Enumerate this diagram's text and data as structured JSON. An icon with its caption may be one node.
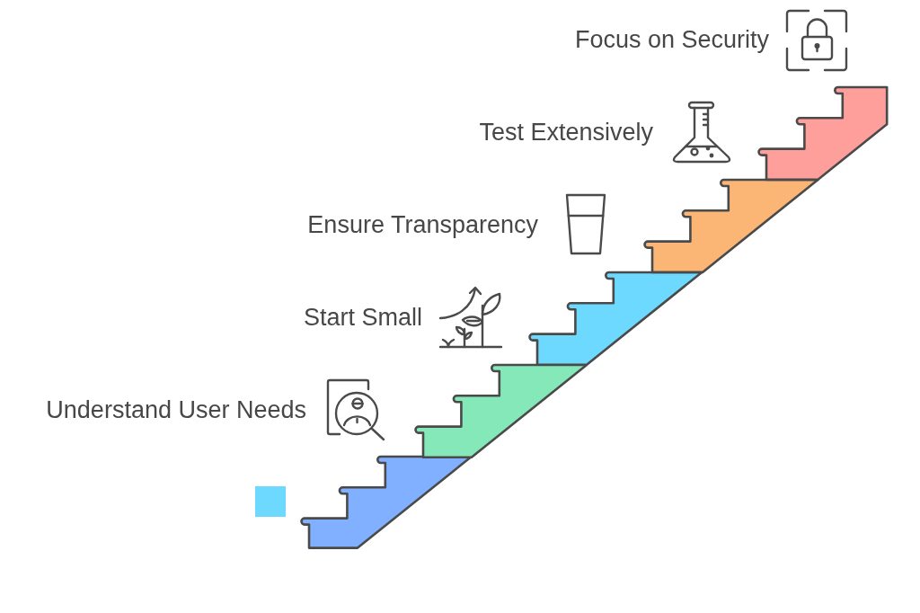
{
  "diagram": {
    "nodes": [
      {
        "text": [],
        "shape": "stairs",
        "beside": [
          "Understand User Needs"
        ]
      },
      {
        "text": [],
        "shape": "stairs",
        "beside": [
          "Start Small"
        ]
      },
      {
        "text": [],
        "shape": "stairs",
        "beside": [
          "Ensure Transparency"
        ]
      },
      {
        "text": [],
        "shape": "stairs",
        "beside": [
          "Test Extensively"
        ]
      },
      {
        "text": [],
        "shape": "stairs",
        "beside": [
          "Focus on Security"
        ]
      },
      {
        "text": [],
        "shape": "box"
      }
    ]
  }
}
